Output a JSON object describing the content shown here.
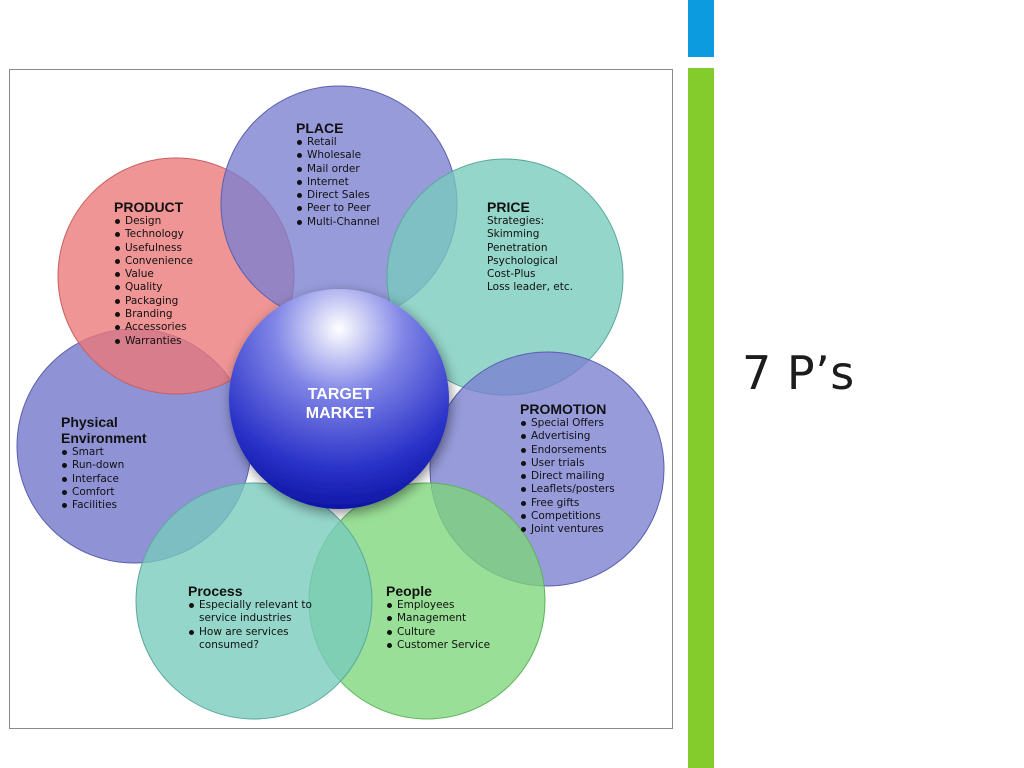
{
  "slide": {
    "title": "7 P’s"
  },
  "colors": {
    "accent_blue": "#0b9bde",
    "accent_green": "#84cc2b",
    "place": "#8c8fd8",
    "product": "#ef8a8a",
    "price": "#8fd6cb",
    "physical": "#8c8fd8",
    "promotion": "#8c8fd8",
    "process": "#8fd6cb",
    "people": "#8fe28a",
    "center": "#2a32c8"
  },
  "diagram": {
    "center": {
      "label": "TARGET\nMARKET"
    },
    "place": {
      "title": "PLACE",
      "items": [
        "Retail",
        "Wholesale",
        "Mail order",
        "Internet",
        "Direct Sales",
        "Peer to Peer",
        "Multi-Channel"
      ]
    },
    "product": {
      "title": "PRODUCT",
      "items": [
        "Design",
        "Technology",
        "Usefulness",
        "Convenience",
        "Value",
        "Quality",
        "Packaging",
        "Branding",
        "Accessories",
        "Warranties"
      ]
    },
    "price": {
      "title": "PRICE",
      "items": [
        "Strategies:",
        "Skimming",
        "Penetration",
        "Psychological",
        "Cost-Plus",
        "Loss leader, etc."
      ]
    },
    "physical": {
      "title": "Physical\nEnvironment",
      "items": [
        "Smart",
        "Run-down",
        "Interface",
        "Comfort",
        "Facilities"
      ]
    },
    "promotion": {
      "title": "PROMOTION",
      "items": [
        "Special Offers",
        "Advertising",
        "Endorsements",
        "User trials",
        "Direct mailing",
        "Leaflets/posters",
        "Free gifts",
        "Competitions",
        "Joint ventures"
      ]
    },
    "process": {
      "title": "Process",
      "items": [
        "Especially relevant to\nservice industries",
        "How are services\nconsumed?"
      ]
    },
    "people": {
      "title": "People",
      "items": [
        "Employees",
        "Management",
        "Culture",
        "Customer Service"
      ]
    }
  }
}
